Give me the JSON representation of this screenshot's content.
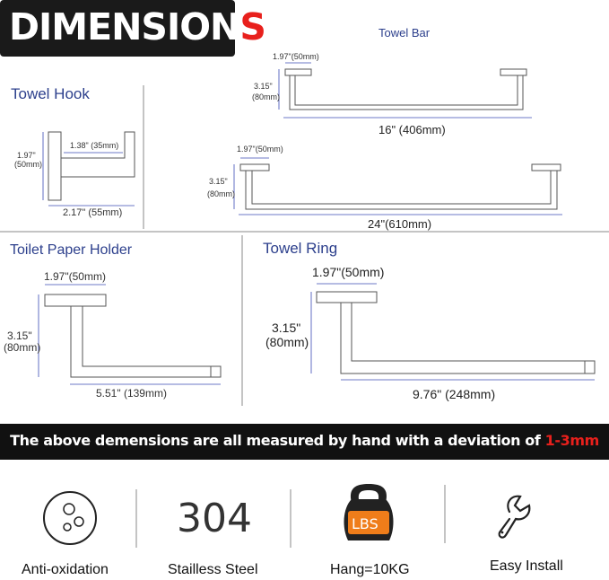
{
  "header": {
    "title_main": "DIMENSION",
    "title_accent": "S"
  },
  "towel_hook": {
    "title": "Towel Hook",
    "arm": "1.38\" (35mm)",
    "height": "1.97\"",
    "height_mm": "(50mm)",
    "width": "2.17\" (55mm)"
  },
  "towel_bar": {
    "title": "Towel Bar",
    "small": {
      "base": "1.97\"(50mm)",
      "height": "3.15\"",
      "height_mm": "(80mm)",
      "length": "16\" (406mm)"
    },
    "large": {
      "base": "1.97\"(50mm)",
      "height": "3.15\"",
      "height_mm": "(80mm)",
      "length": "24\"(610mm)"
    }
  },
  "toilet_paper_holder": {
    "title": "Toilet Paper Holder",
    "base": "1.97\"(50mm)",
    "height": "3.15\"",
    "height_mm": "(80mm)",
    "length": "5.51\" (139mm)"
  },
  "towel_ring": {
    "title": "Towel Ring",
    "base": "1.97\"(50mm)",
    "height": "3.15\"",
    "height_mm": "(80mm)",
    "length": "9.76\" (248mm)"
  },
  "banner": {
    "text": "The above demensions are all measured by hand with a deviation of ",
    "accent": "1-3mm"
  },
  "features": [
    {
      "label": "Anti-oxidation",
      "icon": "bubbles-icon"
    },
    {
      "label": "Stailless Steel",
      "icon": "304-mark",
      "mark": "304"
    },
    {
      "label": "Hang=10KG",
      "icon": "kettlebell-icon",
      "mark": "LBS"
    },
    {
      "label": "Easy Install",
      "icon": "wrench-icon"
    }
  ],
  "colors": {
    "heading": "#2c3f8c",
    "accent": "#e8201c",
    "dimension_line": "#3b4bb5",
    "banner_bg": "#111111",
    "kettlebell": "#ef7d1a"
  }
}
